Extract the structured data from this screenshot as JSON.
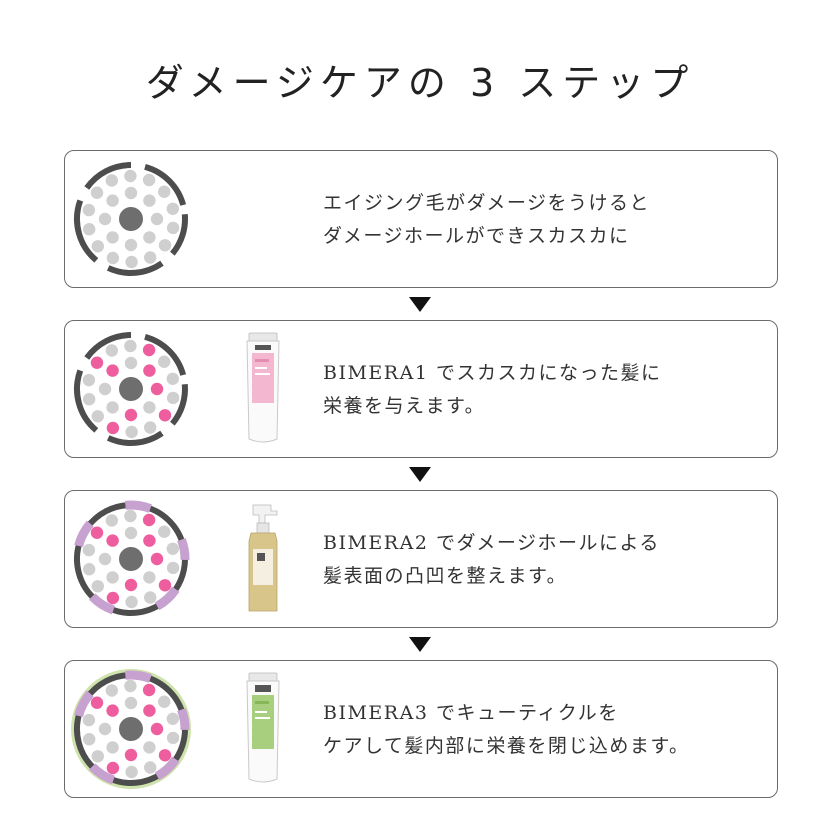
{
  "title": "ダメージケアの 3 ステップ",
  "colors": {
    "pink": "#ee5d9d",
    "purple_coat": "#c7a1cf",
    "green_ring": "#cfe3ad",
    "grey_dot": "#cfcfcf",
    "core": "#6e6e6e",
    "border": "#6b6b6b",
    "arrow": "#111111"
  },
  "steps": [
    {
      "line1": "エイジング毛がダメージをうけると",
      "line2": "ダメージホールができスカスカに",
      "hair_icon": "damaged-hair-cross-section-icon"
    },
    {
      "line1": "BIMERA1 でスカスカになった髪に",
      "line2": "栄養を与えます。",
      "product_icon": "pink-tube-icon",
      "hair_icon": "nourished-hair-cross-section-icon"
    },
    {
      "line1": "BIMERA2 でダメージホールによる",
      "line2": "髪表面の凸凹を整えます。",
      "product_icon": "spray-bottle-icon",
      "hair_icon": "smoothed-hair-cross-section-icon"
    },
    {
      "line1": "BIMERA3 でキューティクルを",
      "line2": "ケアして髪内部に栄養を閉じ込めます。",
      "product_icon": "green-tube-icon",
      "hair_icon": "sealed-hair-cross-section-icon"
    }
  ]
}
